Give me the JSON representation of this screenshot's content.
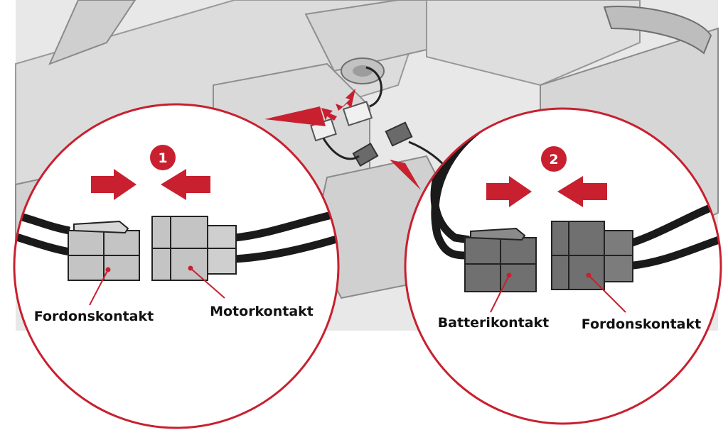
{
  "colors": {
    "accent": "#c8202f",
    "background_scene": "#e6e6e6",
    "cable": "#1a1a1a",
    "connector_light": "#c4c4c4",
    "connector_dark": "#707070"
  },
  "steps": [
    {
      "number": "1",
      "left_label": "Fordonskontakt",
      "right_label": "Motorkontakt"
    },
    {
      "number": "2",
      "left_label": "Batterikontakt",
      "right_label": "Fordonskontakt"
    }
  ]
}
